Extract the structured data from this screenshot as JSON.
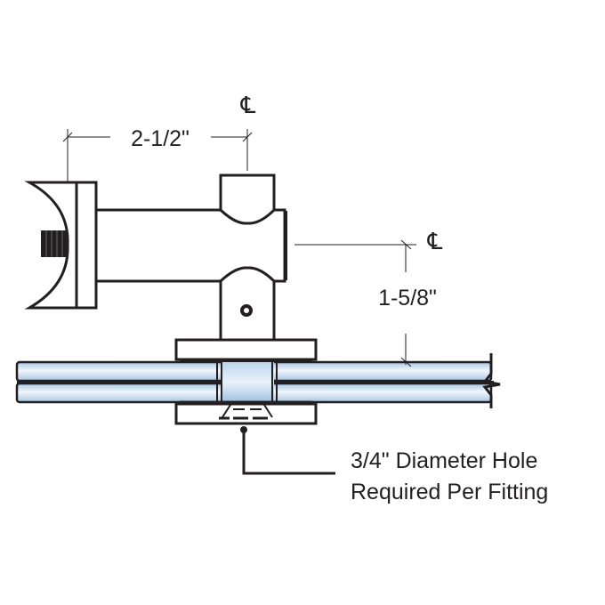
{
  "diagram": {
    "type": "technical-drawing",
    "subject": "Glass railing standoff fitting through laminated glass",
    "dimensions": {
      "horizontal": {
        "label": "2-1/2\"",
        "from": "post face",
        "to": "centerline"
      },
      "vertical": {
        "label": "1-5/8\"",
        "from": "centerline",
        "to": "glass top edge"
      }
    },
    "centerline_symbol": "CL",
    "centerline_top": "℄",
    "centerline_right": "℄",
    "note": {
      "line1": "3/4\" Diameter Hole",
      "line2": "Required Per Fitting"
    },
    "colors": {
      "line": "#231f20",
      "glass_light": "#eef5fb",
      "glass_mid": "#a9c8e4",
      "background": "#ffffff"
    }
  }
}
